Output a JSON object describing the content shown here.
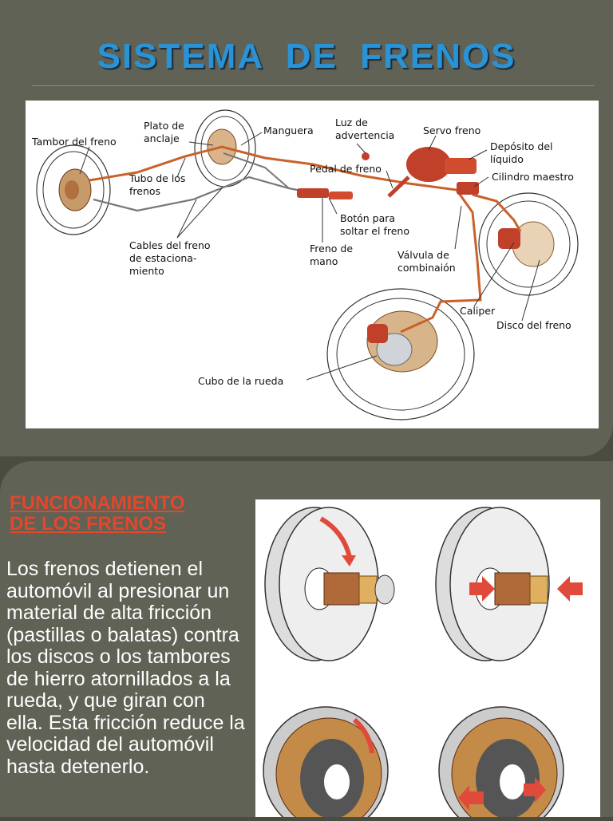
{
  "slide1": {
    "title": "SISTEMA  DE  FRENOS",
    "labels": {
      "tambor": "Tambor del freno",
      "plato1": "Plato de",
      "plato2": "anclaje",
      "tubo1": "Tubo de los",
      "tubo2": "frenos",
      "manguera": "Manguera",
      "luz1": "Luz de",
      "luz2": "advertencia",
      "servo": "Servo freno",
      "deposito1": "Depósito del",
      "deposito2": "líquido",
      "pedal": "Pedal de freno",
      "cilindro": "Cilindro maestro",
      "boton1": "Botón para",
      "boton2": "soltar el freno",
      "cables1": "Cables del freno",
      "cables2": "de estaciona-",
      "cables3": "miento",
      "mano1": "Freno de",
      "mano2": "mano",
      "valvula1": "Válvula de",
      "valvula2": "combinaión",
      "caliper": "Caliper",
      "disco": "Disco del freno",
      "cubo": "Cubo de la rueda"
    }
  },
  "slide2": {
    "heading_line1": "FUNCIONAMIENTO",
    "heading_line2": "DE  LOS  FRENOS",
    "body": "Los frenos detienen el automóvil al presionar un material de alta fricción (pastillas o balatas) contra los discos o los tambores de hierro atornillados a la rueda, y que giran con ella. Esta fricción reduce la velocidad del automóvil hasta detenerlo."
  },
  "colors": {
    "title": "#2a93d6",
    "heading": "#e6462a",
    "background": "#5f6254"
  }
}
